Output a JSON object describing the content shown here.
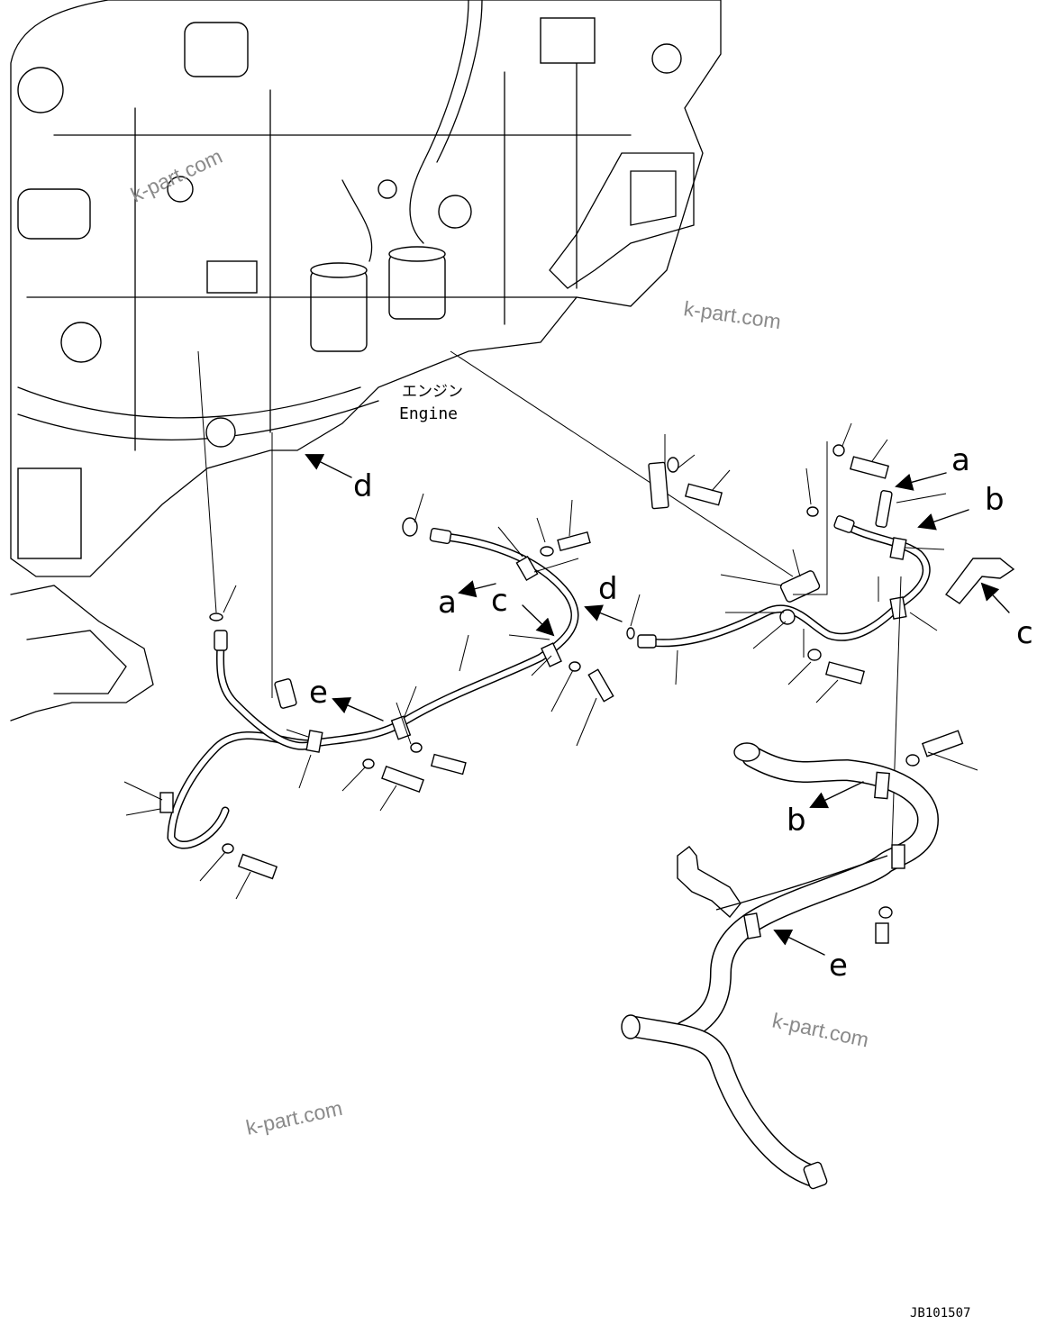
{
  "engine_label": {
    "japanese": "エンジン",
    "english": "Engine"
  },
  "reference_letters": [
    "a",
    "b",
    "c",
    "d",
    "e"
  ],
  "watermark_text": "k-part.com",
  "drawing_code": "JB101507",
  "colors": {
    "line": "#000000",
    "background": "#ffffff",
    "watermark": "#8a8a8a"
  }
}
